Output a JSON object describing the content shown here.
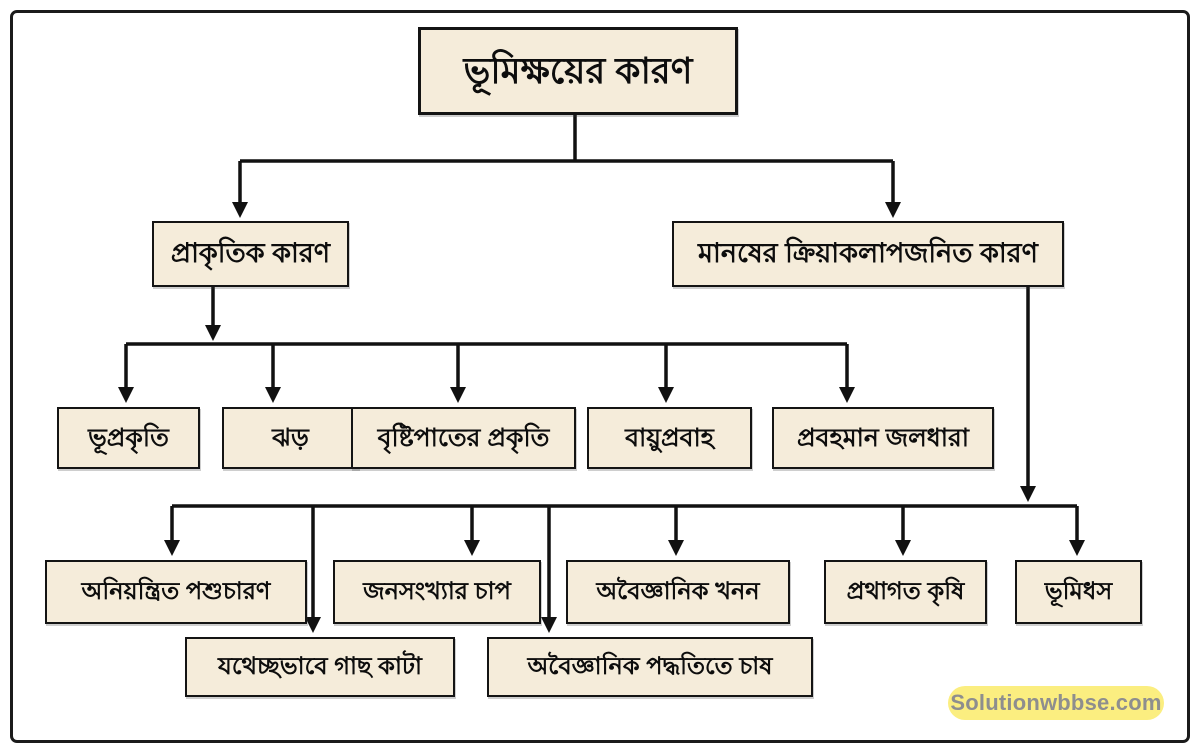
{
  "diagram": {
    "nodes": {
      "title": "ভূমিক্ষয়ের কারণ",
      "natural": "প্রাকৃতিক কারণ",
      "human": "মানষের ক্রিয়াকলাপজনিত কারণ",
      "landform": "ভূপ্রকৃতি",
      "storm": "ঝড়",
      "rainfall": "বৃষ্টিপাতের প্রকৃতি",
      "wind": "বায়ুপ্রবাহ",
      "stream": "প্রবহমান জলধারা",
      "grazing": "অনিয়ন্ত্রিত পশুচারণ",
      "population": "জনসংখ্যার চাপ",
      "mining": "অবৈজ্ঞানিক খনন",
      "agriculture": "প্রথাগত কৃষি",
      "landslide": "ভূমিধস",
      "deforestation": "যথেচ্ছভাবে গাছ কাটা",
      "farming": "অবৈজ্ঞানিক পদ্ধতিতে চাষ"
    },
    "colors": {
      "box_fill": "#f5ecda",
      "box_border": "#141414",
      "line": "#111111",
      "frame": "#1b1b1b",
      "background": "#ffffff"
    }
  },
  "watermark": {
    "label": "Solutionwbbse.com",
    "background": "#fbee80",
    "text_color": "#8e8e8e"
  }
}
